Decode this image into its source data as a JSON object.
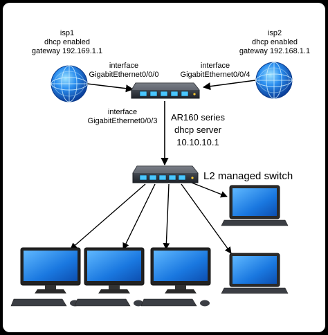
{
  "isp1": {
    "name": "isp1",
    "dhcp": "dhcp enabled",
    "gateway": "gateway 192.169.1.1",
    "interface_label": "interface",
    "interface_name": "GigabitEthernet0/0/0"
  },
  "isp2": {
    "name": "isp2",
    "dhcp": "dhcp enabled",
    "gateway": "gateway 192.168.1.1",
    "interface_label": "interface",
    "interface_name": "GigabitEthernet0/0/4"
  },
  "router": {
    "interface_label": "interface",
    "interface_name": "GigabitEthernet0/0/3",
    "model": "AR160 series",
    "role": "dhcp server",
    "ip": "10.10.10.1"
  },
  "switch": {
    "label": "L2 managed switch"
  },
  "colors": {
    "globe": "#1b6fd6",
    "device_body": "#3a3f47",
    "port_blue": "#49c6ff",
    "monitor_screen": "#1a78e0",
    "laptop_screen": "#1a78e0",
    "arrow": "#000000"
  },
  "icons": [
    "globe-icon",
    "router-icon",
    "switch-icon",
    "desktop-icon",
    "laptop-icon"
  ]
}
